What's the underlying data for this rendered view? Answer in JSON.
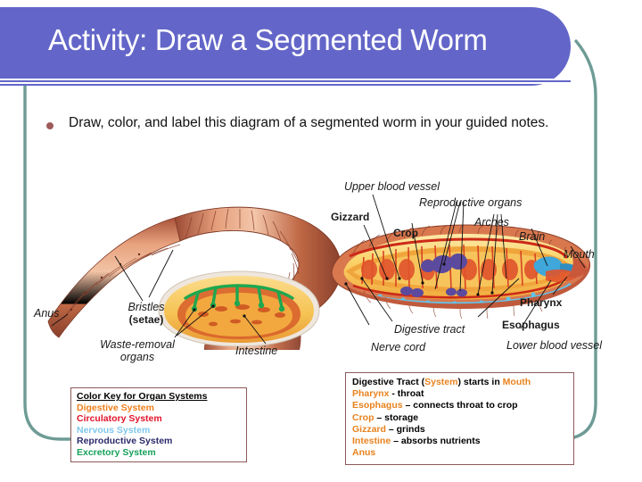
{
  "slide": {
    "title": "Activity: Draw a Segmented Worm",
    "accent_purple": "#6366C8",
    "border_teal": "#6e9b96",
    "box_border": "#8D5A5A",
    "bullet_color": "#9E5B5B"
  },
  "body": {
    "bullet": "Draw, color, and label this diagram of a segmented worm in your guided notes."
  },
  "diagram": {
    "alt": "Cutaway illustration of an earthworm showing internal organ systems",
    "labels": {
      "upper_blood_vessel": "Upper blood vessel",
      "gizzard": "Gizzard",
      "crop": "Crop",
      "reproductive_organs": "Reproductive organs",
      "arches": "Arches",
      "brain": "Brain",
      "mouth": "Mouth",
      "pharynx": "Pharynx",
      "esophagus": "Esophagus",
      "lower_blood_vessel": "Lower blood vessel",
      "digestive_tract": "Digestive tract",
      "nerve_cord": "Nerve cord",
      "intestine": "Intestine",
      "waste_removal_organs_line1": "Waste-removal",
      "waste_removal_organs_line2": "organs",
      "bristles_line1": "Bristles",
      "bristles_line2": "(setae)",
      "anus": "Anus"
    }
  },
  "color_key": {
    "heading": "Color Key for Organ Systems",
    "items": [
      {
        "label": "Digestive System",
        "color": "#F07F1A"
      },
      {
        "label": "Circulatory System",
        "color": "#E3142B"
      },
      {
        "label": "Nervous System",
        "color": "#7EC8EC"
      },
      {
        "label": "Reproductive System",
        "color": "#2B2A6B"
      },
      {
        "label": "Excretory System",
        "color": "#16A05B"
      }
    ]
  },
  "tract_box": {
    "lines": [
      [
        {
          "t": "Digestive Tract (",
          "c": "black"
        },
        {
          "t": "System",
          "c": "orange"
        },
        {
          "t": ") starts in ",
          "c": "black"
        },
        {
          "t": "Mouth",
          "c": "orange"
        }
      ],
      [
        {
          "t": "Pharynx",
          "c": "orange"
        },
        {
          "t": " - throat",
          "c": "black"
        }
      ],
      [
        {
          "t": "Esophagus",
          "c": "orange"
        },
        {
          "t": " – connects throat to crop",
          "c": "black"
        }
      ],
      [
        {
          "t": "Crop",
          "c": "orange"
        },
        {
          "t": " – storage",
          "c": "black"
        }
      ],
      [
        {
          "t": "Gizzard",
          "c": "orange"
        },
        {
          "t": " – grinds",
          "c": "black"
        }
      ],
      [
        {
          "t": "Intestine",
          "c": "orange"
        },
        {
          "t": " – absorbs nutrients",
          "c": "black"
        }
      ],
      [
        {
          "t": "Anus",
          "c": "orange"
        }
      ]
    ]
  }
}
